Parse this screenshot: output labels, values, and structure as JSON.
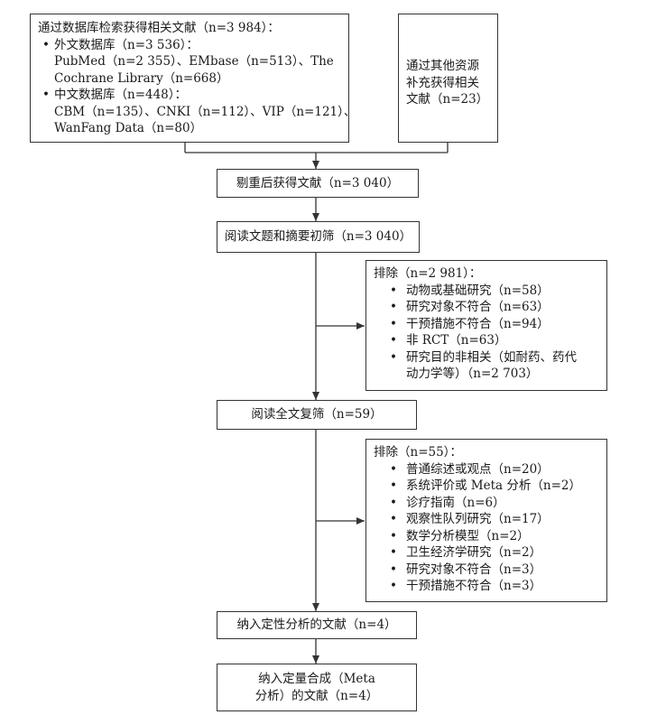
{
  "search": {
    "title": "通过数据库检索获得相关文献（n=3 984）：",
    "foreign_heading": "外文数据库（n=3 536）：",
    "foreign_line1": "PubMed（n=2 355）、EMbase（n=513）、The",
    "foreign_line2": "Cochrane Library（n=668）",
    "chinese_heading": "中文数据库（n=448）：",
    "chinese_line1": "CBM（n=135）、CNKI（n=112）、VIP（n=121）、",
    "chinese_line2": "WanFang Data（n=80）",
    "bullet": "•"
  },
  "other_sources": {
    "line1": "通过其他资源",
    "line2": "补充获得相关",
    "line3": "文献（n=23）"
  },
  "dedup": "剔重后获得文献（n=3 040）",
  "screen1": "阅读文题和摘要初筛（n=3 040）",
  "exclusion1": {
    "title": "排除（n=2 981）：",
    "items": [
      "动物或基础研究（n=58）",
      "研究对象不符合（n=63）",
      "干预措施不符合（n=94）",
      "非 RCT（n=63）",
      "研究目的非相关（如耐药、药代"
    ],
    "item_cont": "动力学等）（n=2 703）"
  },
  "screen2": "阅读全文复筛（n=59）",
  "exclusion2": {
    "title": "排除（n=55）：",
    "items": [
      "普通综述或观点（n=20）",
      "系统评价或 Meta 分析（n=2）",
      "诊疗指南（n=6）",
      "观察性队列研究（n=17）",
      "数学分析模型（n=2）",
      "卫生经济学研究（n=2）",
      "研究对象不符合（n=3）",
      "干预措施不符合（n=3）"
    ]
  },
  "qualitative": "纳入定性分析的文献（n=4）",
  "quantitative": {
    "line1": "纳入定量合成（Meta",
    "line2": "分析）的文献（n=4）"
  }
}
